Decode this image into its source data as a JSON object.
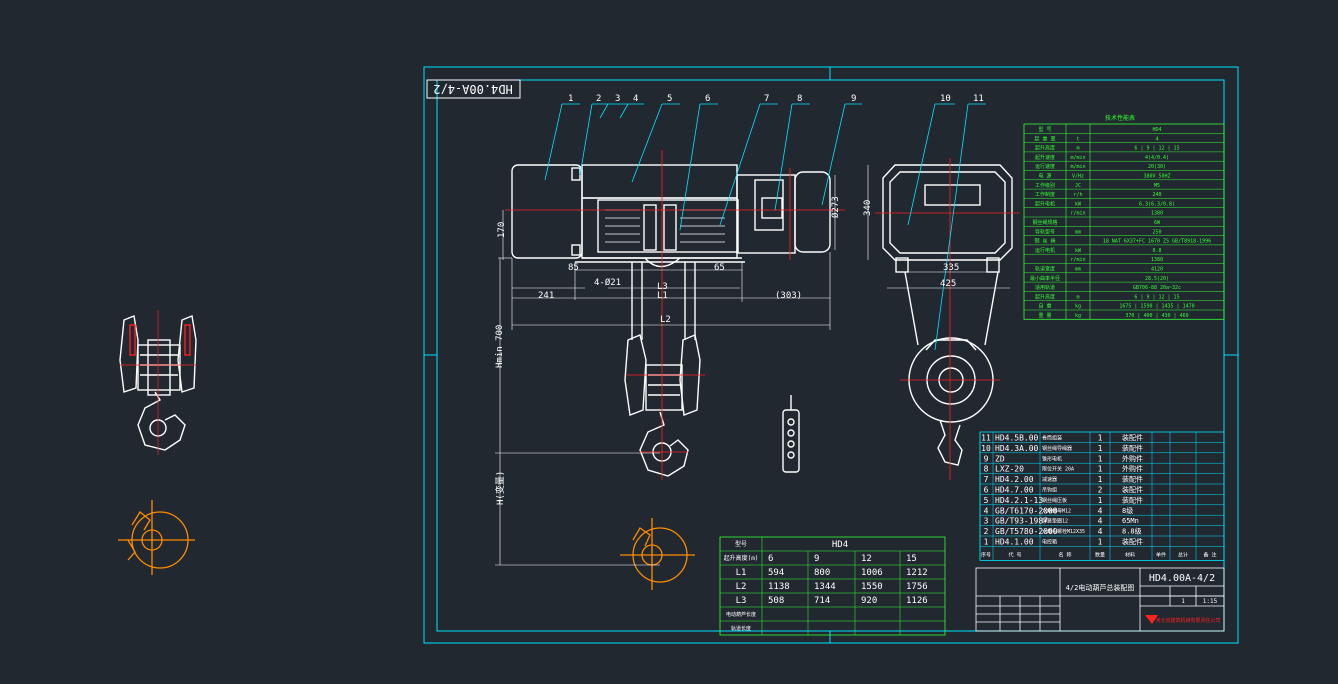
{
  "colors": {
    "background": "#212830",
    "outline": "#ffffff",
    "frame": "#00e5ff",
    "centerline": "#ff2020",
    "table": "#33ff33",
    "leader": "#00e5ff",
    "orange": "#ff8c00",
    "title_text": "#ffff00"
  },
  "drawing": {
    "stamp_code": "HD4.00A-4/2",
    "balloons": [
      "1",
      "2",
      "3",
      "4",
      "5",
      "6",
      "7",
      "8",
      "9",
      "10",
      "11"
    ],
    "dims": {
      "d170": "170",
      "d85": "85",
      "d421": "4-Ø21",
      "d65": "65",
      "d241": "241",
      "dL3": "L3",
      "dL1": "L1",
      "d303": "(303)",
      "dL2": "L2",
      "d273": "Ø273",
      "d340": "340",
      "d335": "335",
      "d425": "425",
      "hmin": "Hmin 700",
      "hvar": "H(变量)"
    }
  },
  "spec_table": {
    "title": "技术性能表",
    "rows": [
      [
        "型  号",
        "",
        "HD4"
      ],
      [
        "起 重 量",
        "t",
        "4"
      ],
      [
        "起升高度",
        "m",
        "6 | 9 | 12 | 15"
      ],
      [
        "起升速度",
        "m/min",
        "4(4/0.4)"
      ],
      [
        "运行速度",
        "m/min",
        "20(30)"
      ],
      [
        "电    源",
        "V/Hz",
        "380V 50HZ"
      ],
      [
        "工作级别",
        "JC",
        "M5"
      ],
      [
        "工作制度",
        "r/h",
        "240"
      ],
      [
        "起升电机",
        "kW",
        "6.3(6.3/0.8)"
      ],
      [
        "",
        "r/min",
        "1380"
      ],
      [
        "钢丝绳规格",
        "",
        "6W"
      ],
      [
        "导轨型号",
        "mm",
        "250"
      ],
      [
        "钢 丝 绳",
        "",
        "18 NAT 6X37+FC 1670 ZS GB/T8918-1996"
      ],
      [
        "运行电机",
        "kW",
        "0.8"
      ],
      [
        "",
        "r/min",
        "1380"
      ],
      [
        "轨道宽度",
        "mm",
        "4120"
      ],
      [
        "最小曲率半径",
        "",
        "28.5(20)"
      ],
      [
        "适用轨道",
        "",
        "GB706-88  20a~32c"
      ],
      [
        "起升高度",
        "m",
        "6 | 9 | 12 | 15"
      ],
      [
        "自    重",
        "kg",
        "1675 | 1590 | 1435 | 1470"
      ],
      [
        "重    量",
        "kg",
        "370 | 400 | 430 | 460"
      ]
    ]
  },
  "parts_table": {
    "rows": [
      [
        "11",
        "HD4.5B.00",
        "卷筒组装",
        "1",
        "装配件"
      ],
      [
        "10",
        "HD4.3A.00",
        "钢丝绳导绳器",
        "1",
        "装配件"
      ],
      [
        "9",
        "ZD",
        "锥形电机",
        "1",
        "外购件"
      ],
      [
        "8",
        "LXZ-20",
        "限位开关 20A",
        "1",
        "外购件"
      ],
      [
        "7",
        "HD4.2.00",
        "减速器",
        "1",
        "装配件"
      ],
      [
        "6",
        "HD4.7.00",
        "吊钩组",
        "2",
        "装配件"
      ],
      [
        "5",
        "HD4.2.1-13",
        "钢丝绳压板",
        "1",
        "装配件"
      ],
      [
        "4",
        "GB/T6170-2000",
        "六角螺母M12",
        "4",
        "8级"
      ],
      [
        "3",
        "GB/T93-1987",
        "弹簧垫圈12",
        "4",
        "65Mn"
      ],
      [
        "2",
        "GB/T5780-2000",
        "六角头螺栓M12X35",
        "4",
        "8.8级"
      ],
      [
        "1",
        "HD4.1.00",
        "电控箱",
        "1",
        "装配件"
      ]
    ],
    "header": [
      "序号",
      "代  号",
      "名  称",
      "数量",
      "材料",
      "单件",
      "总计",
      "备  注"
    ]
  },
  "title_block": {
    "code": "HD4.00A-4/2",
    "name": "4/2电动葫芦总装配图",
    "company": "河北省建筑机械有限责任公司",
    "scale": "1:15",
    "sheet": "1"
  },
  "length_table": {
    "header_model": "型号",
    "model": "HD4",
    "row_lift_label": "起升高度(m)",
    "lift": [
      "6",
      "9",
      "12",
      "15"
    ],
    "rows": [
      {
        "label": "L1",
        "values": [
          "594",
          "800",
          "1006",
          "1212"
        ]
      },
      {
        "label": "L2",
        "values": [
          "1138",
          "1344",
          "1550",
          "1756"
        ]
      },
      {
        "label": "L3",
        "values": [
          "508",
          "714",
          "920",
          "1126"
        ]
      }
    ],
    "footer1": "电动葫芦长度",
    "footer2": "轨道长度"
  }
}
